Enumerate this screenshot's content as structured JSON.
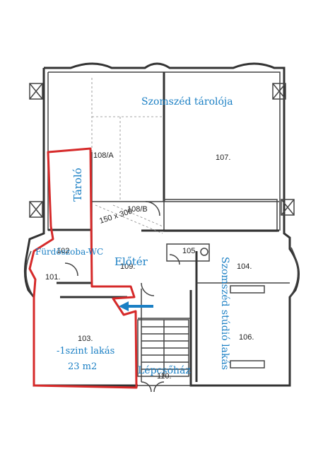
{
  "labels": {
    "neighbor_storage": "Szomszéd tárolója",
    "storage": "Tároló",
    "bathroom_wc": "Fürdőszoba-WC",
    "hallway": "Előtér",
    "neighbor_studio": "Szomszéd stúdió lakás",
    "apartment_line1": "-1szint lakás",
    "apartment_line2": "23 m2",
    "staircase": "Lépcsőház"
  },
  "room_numbers": {
    "r108a": "108/A",
    "r107": "107.",
    "r108b": "108/B",
    "dim": "150 x 300",
    "r102": "102",
    "r101": "101.",
    "r109": "109.",
    "r105": "105.",
    "r104": "104.",
    "r103": "103.",
    "r106": "106.",
    "r110": "110."
  },
  "colors": {
    "highlight": "#d62a2a",
    "label": "#1a7fc4",
    "arrow": "#1a7fc4"
  }
}
